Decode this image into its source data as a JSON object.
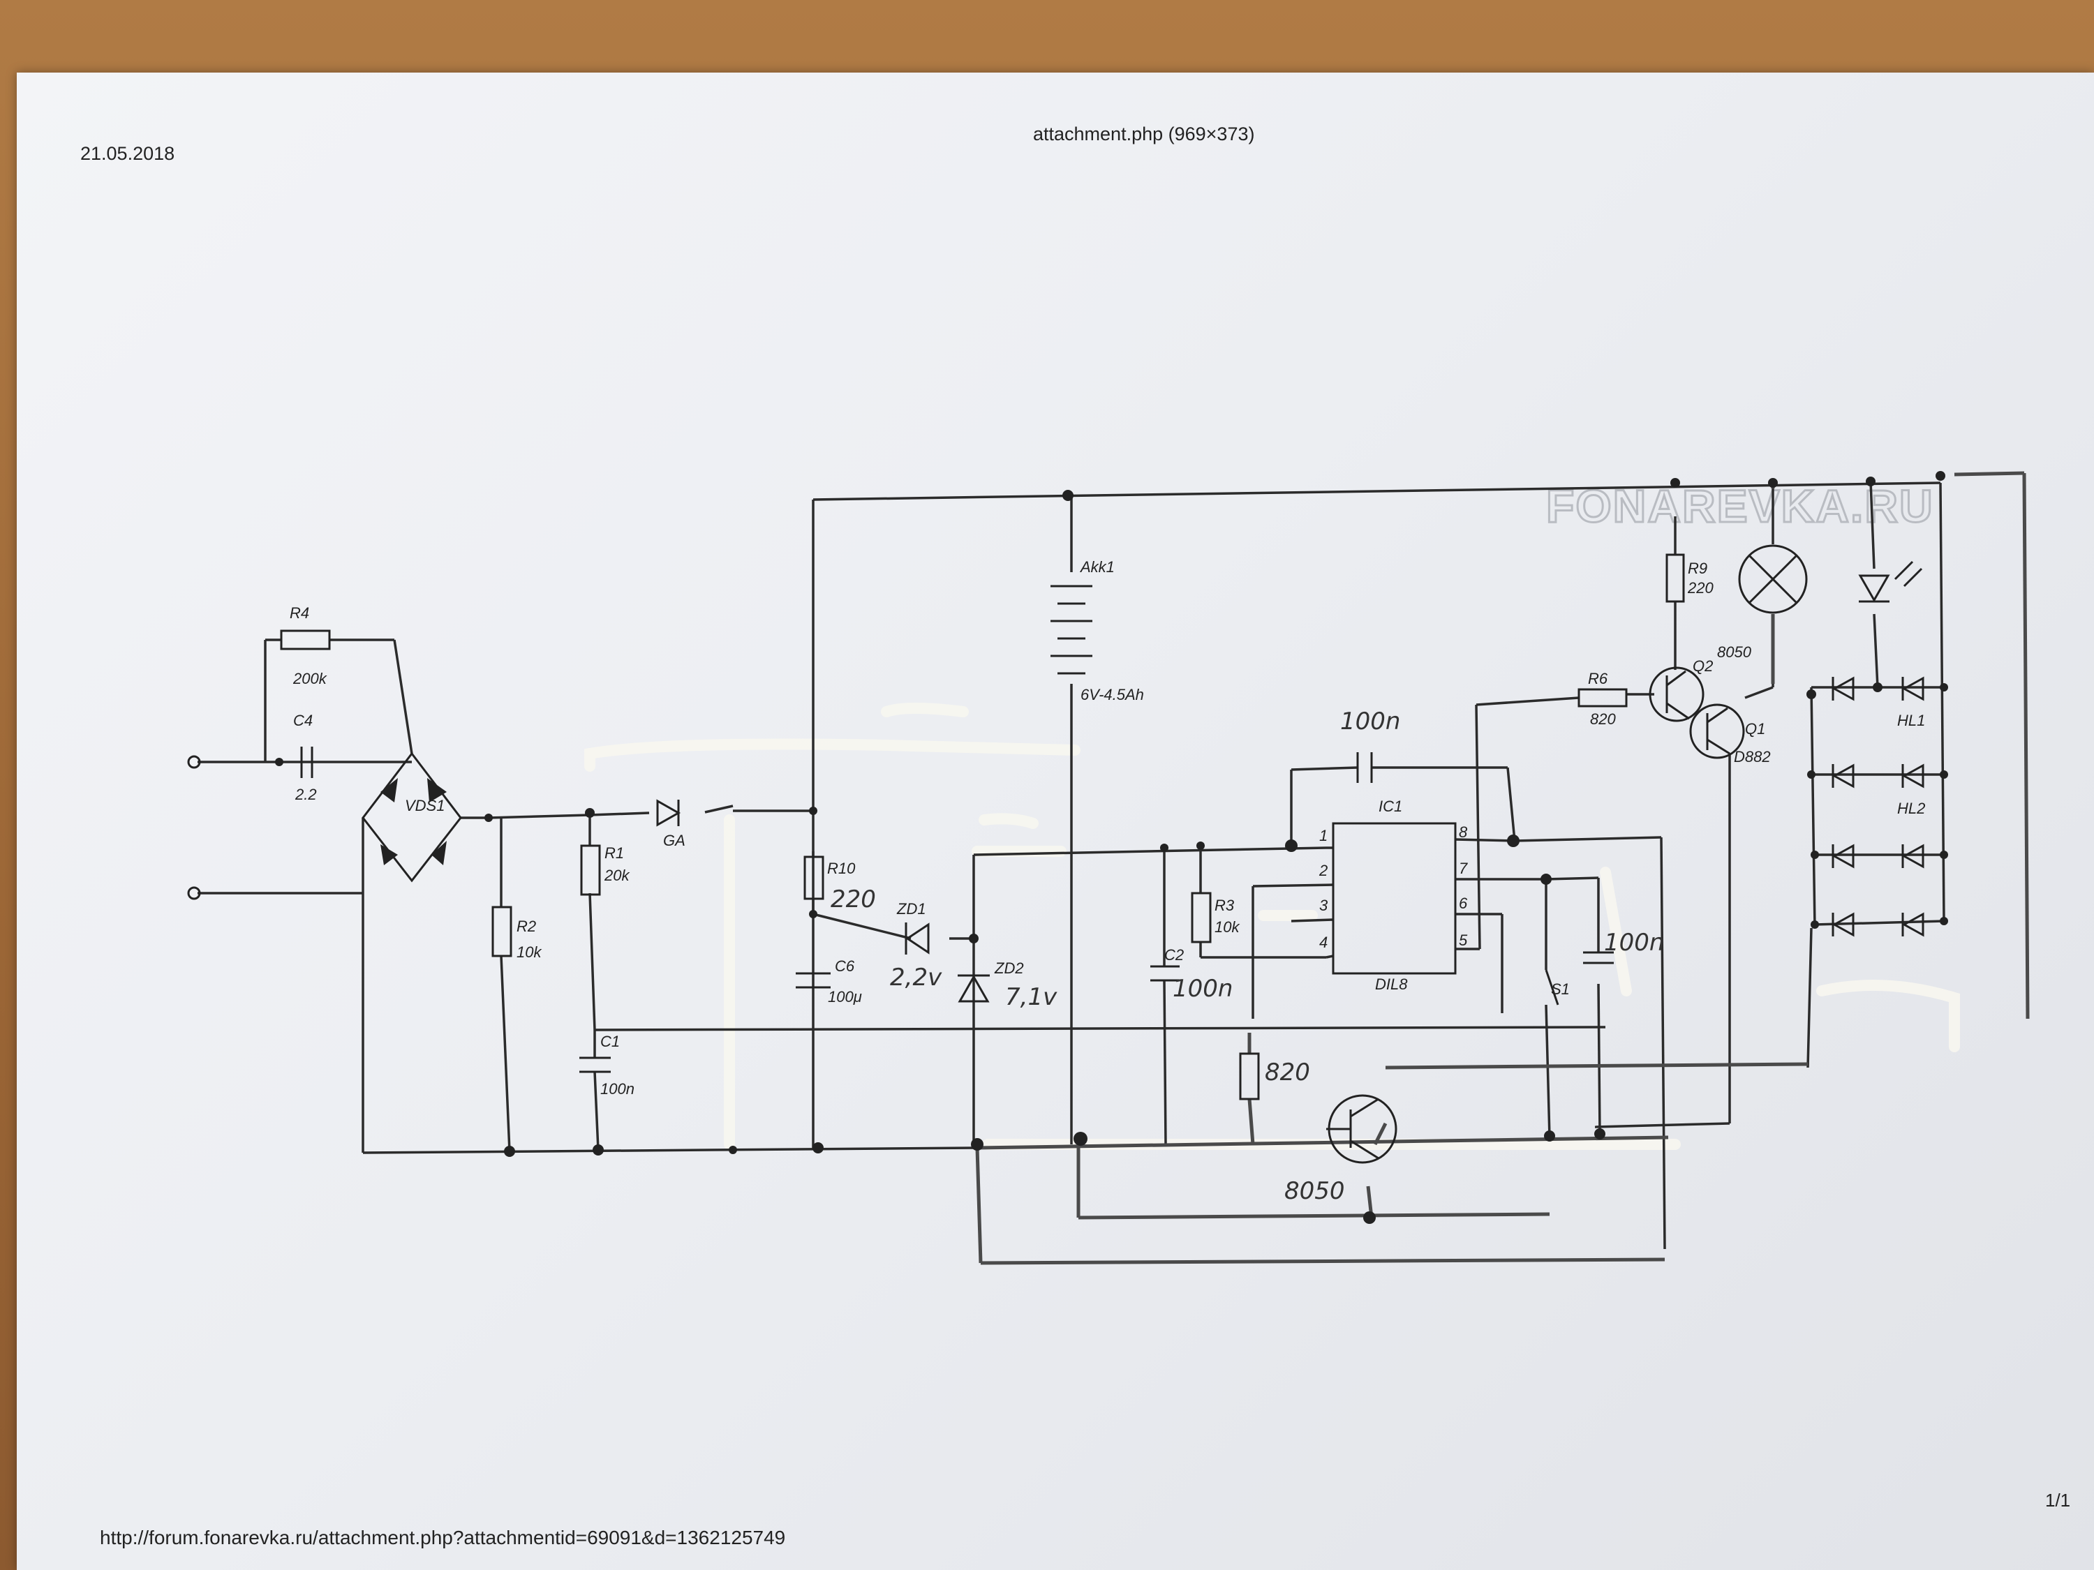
{
  "header": {
    "date": "21.05.2018",
    "title": "attachment.php (969×373)"
  },
  "footer": {
    "url": "http://forum.fonarevka.ru/attachment.php?attachmentid=69091&d=1362125749",
    "page": "1/1"
  },
  "watermark": "FONAREVKA.RU",
  "components": {
    "r4": "R4",
    "r4_val": "200k",
    "c4": "C4",
    "c4_val": "2.2",
    "vds1": "VDS1",
    "r2": "R2",
    "r2_val": "10k",
    "r1": "R1",
    "r1_val": "20k",
    "c1": "C1",
    "c1_val": "100n",
    "d_main": "GA",
    "r10": "R10",
    "r10_val": "220",
    "c6": "C6",
    "c6_val": "100μ",
    "zd1": "ZD1",
    "zd1_val": "2,2v",
    "zd2": "ZD2",
    "zd2_val": "7,1v",
    "akk1": "Akk1",
    "akk1_val": "6V-4.5Ah",
    "c2": "C2",
    "c2_val": "100n",
    "r3": "R3",
    "r3_val": "10k",
    "ic1": "IC1",
    "ic1_pkg": "DIL8",
    "c_top": "100n",
    "c_right": "100n",
    "s1": "S1",
    "r_hand": "820",
    "q_hand": "8050",
    "r6": "R6",
    "r6_val": "820",
    "r9": "R9",
    "r9_val": "220",
    "q2": "Q2",
    "q2_val": "8050",
    "q1": "Q1",
    "q1_val": "D882",
    "hl1": "HL1",
    "hl2": "HL2",
    "pins": [
      "1",
      "2",
      "3",
      "4",
      "8",
      "7",
      "6",
      "5"
    ]
  }
}
